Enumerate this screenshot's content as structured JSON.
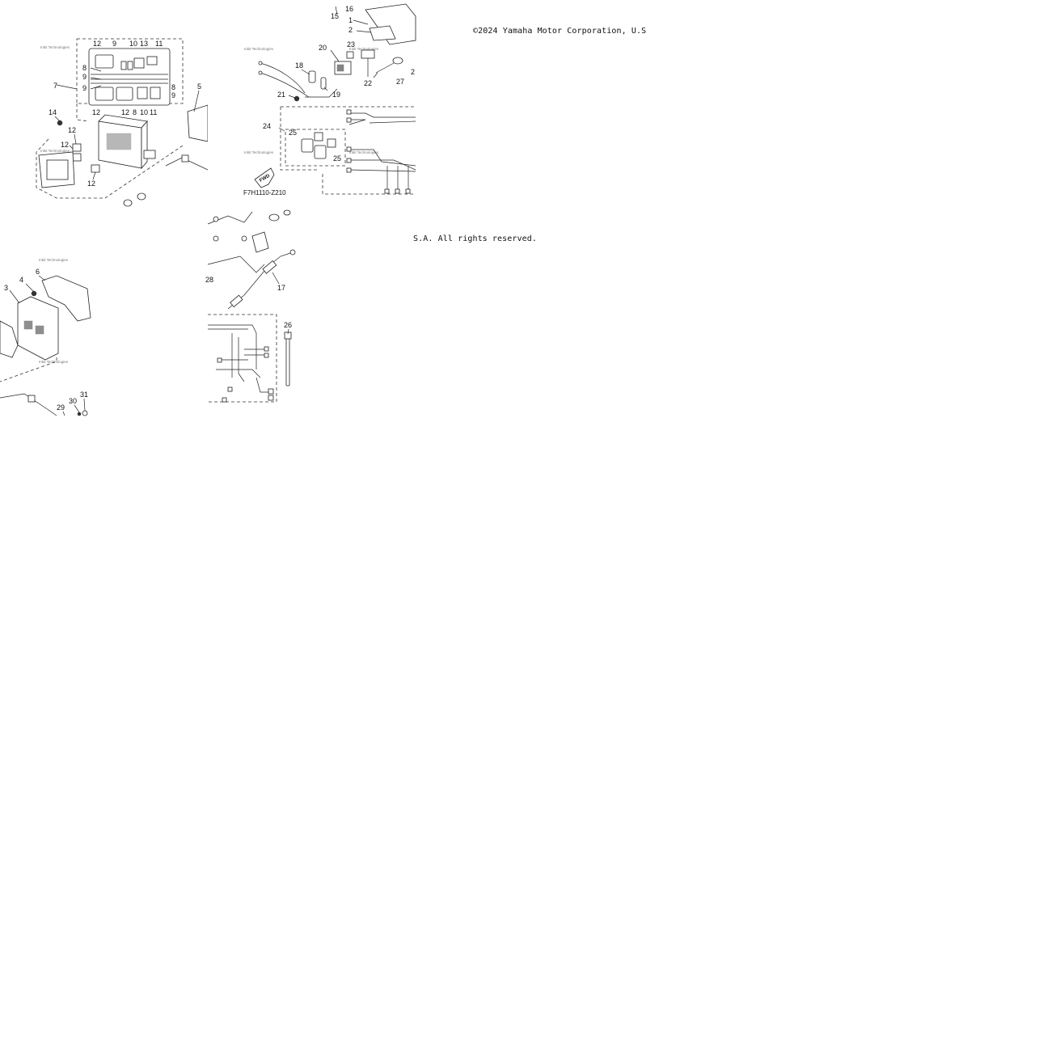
{
  "copyright_top": "©2024 Yamaha Motor Corporation, U.S",
  "copyright_bottom": "S.A. All rights reserved.",
  "diagram_code": "F7H1110-Z210",
  "fwd_label": "FWD",
  "watermark": "Inbit Technologies",
  "callouts": {
    "c1": "1",
    "c2": "2",
    "c3": "3",
    "c4": "4",
    "c5": "5",
    "c6": "6",
    "c7": "7",
    "c8": "8",
    "c9": "9",
    "c10": "10",
    "c11": "11",
    "c12": "12",
    "c13": "13",
    "c14": "14",
    "c15": "15",
    "c16": "16",
    "c17": "17",
    "c18": "18",
    "c19": "19",
    "c20": "20",
    "c21": "21",
    "c22": "22",
    "c23": "23",
    "c24": "24",
    "c25": "25",
    "c26": "26",
    "c27": "27",
    "c28": "28",
    "c29": "29",
    "c30": "30",
    "c31": "31",
    "c2b": "2"
  }
}
